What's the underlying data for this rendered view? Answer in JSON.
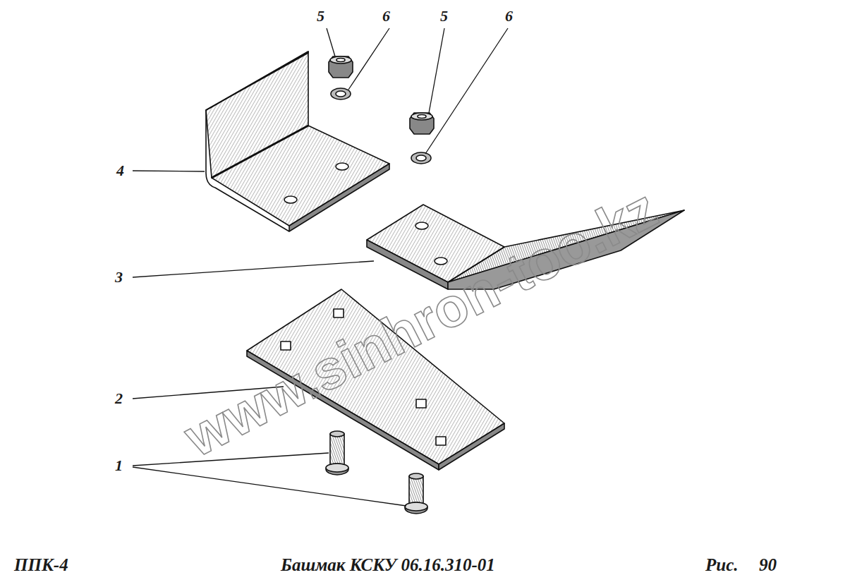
{
  "diagram": {
    "labels": [
      "5",
      "6",
      "5",
      "6",
      "4",
      "3",
      "2",
      "1",
      "ППК-4",
      "Башмак КСКУ 06.16.310-01",
      "Рис.",
      "90",
      "www.sinhron-too.kz"
    ]
  }
}
